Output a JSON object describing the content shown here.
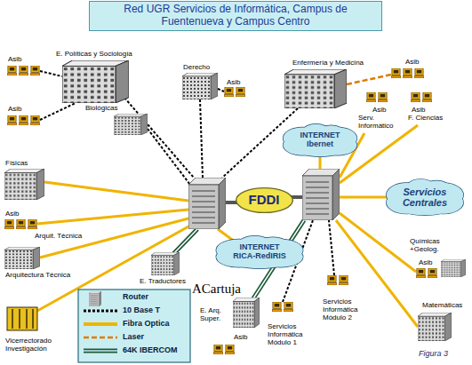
{
  "diagram": {
    "title": "Red UGR Servicios de Informática, Campus de Fuentenueva y Campus Centro",
    "caption": "Figura 3",
    "nodes": [
      {
        "text": [
          "INTERNET Ibernet"
        ]
      },
      {
        "text": [
          "FDDI"
        ]
      },
      {
        "text": [
          "Servicios Centrales"
        ]
      },
      {
        "text": [
          "INTERNET RICA-RedIRIS"
        ]
      }
    ],
    "labels": [
      "E. Políticas y Sociología",
      "Asib",
      "Derecho",
      "Enfermería y Medicina",
      "Asib",
      "Asib",
      "Asib",
      "Biológicas",
      "Asib",
      "Asib",
      "Serv. Informático",
      "F. Ciencias",
      "Físicas",
      "Asib",
      "Arquit. Técnica",
      "Químicas +Geolog.",
      "Asib",
      "Arquitectura Técnica",
      "E. Traductores",
      "ACartuja",
      "Servicios Informática Módulo 2",
      "Matemáticas",
      "E. Arq. Super.",
      "Servicios Informática Módulo 1",
      "Asib",
      "Vicerrectorado Investigación"
    ],
    "legend": [
      {
        "text": "Router"
      },
      {
        "text": "10 Base T"
      },
      {
        "text": "Fibra Optica"
      },
      {
        "text": "Laser"
      },
      {
        "text": "64K IBERCOM"
      }
    ]
  }
}
